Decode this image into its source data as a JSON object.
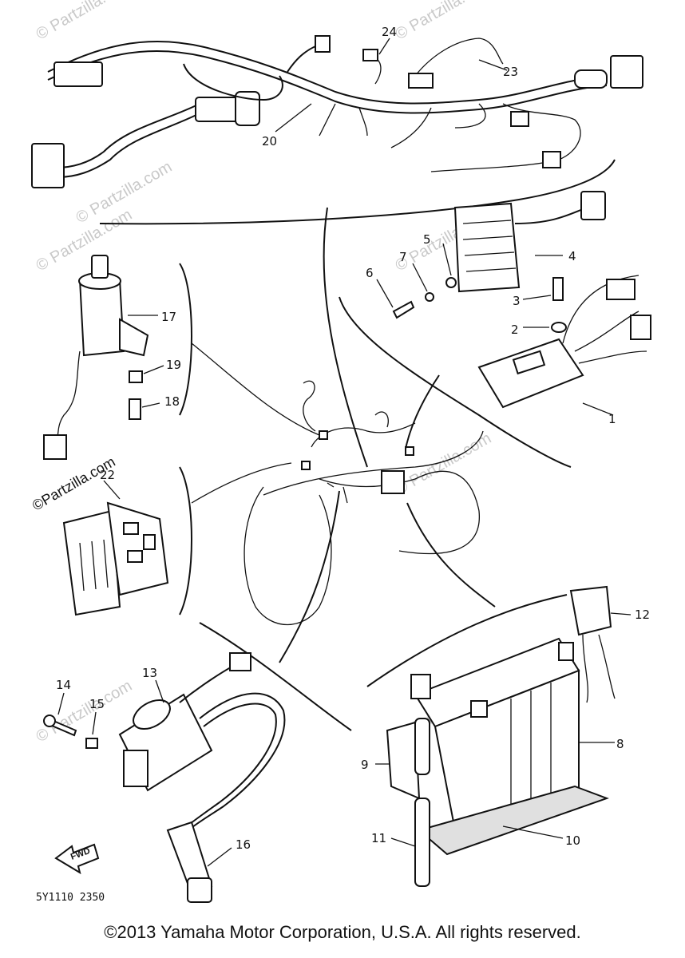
{
  "watermark": "© Partzilla.com",
  "watermark_alt": "©Partzilla.com",
  "diagram_code": "5Y1110 2350",
  "fwd_label": "FWD",
  "footer_text": "©2013 Yamaha Motor Corporation, U.S.A. All rights reserved.",
  "callouts": {
    "c1": "1",
    "c2": "2",
    "c3": "3",
    "c4": "4",
    "c5": "5",
    "c6": "6",
    "c7": "7",
    "c8": "8",
    "c9": "9",
    "c10": "10",
    "c11": "11",
    "c12": "12",
    "c13": "13",
    "c14": "14",
    "c15": "15",
    "c16": "16",
    "c17": "17",
    "c18": "18",
    "c19": "19",
    "c20": "20",
    "c22": "22",
    "c23": "23",
    "c24": "24"
  }
}
